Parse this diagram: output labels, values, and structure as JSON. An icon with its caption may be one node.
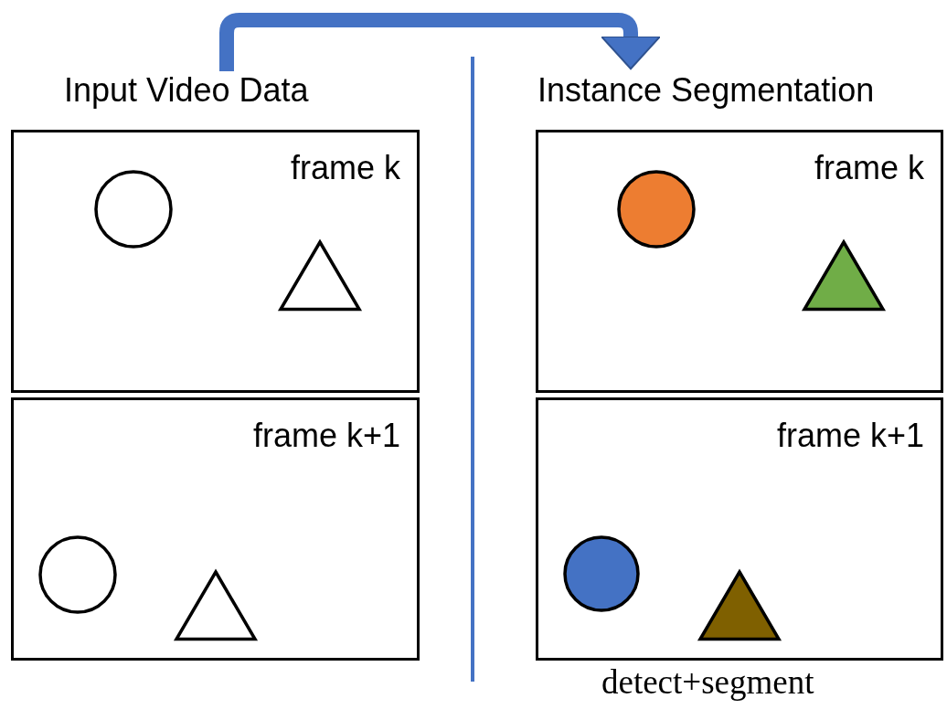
{
  "diagram": {
    "nodes": [
      {
        "text": [
          "Input Video Data"
        ]
      },
      {
        "text": [
          "Instance Segmentation"
        ]
      },
      {
        "text": [
          "frame k"
        ]
      },
      {
        "text": [],
        "shape": "circle",
        "in": 2
      },
      {
        "text": [],
        "shape": "triangle",
        "in": 2
      },
      {
        "text": [
          "frame k+1"
        ]
      },
      {
        "text": [],
        "shape": "circle",
        "in": 5
      },
      {
        "text": [],
        "shape": "triangle",
        "in": 5
      },
      {
        "text": [
          "frame k"
        ]
      },
      {
        "text": [],
        "shape": "circle",
        "in": 8
      },
      {
        "text": [],
        "shape": "triangle",
        "in": 8
      },
      {
        "text": [
          "frame k+1"
        ]
      },
      {
        "text": [],
        "shape": "circle",
        "in": 11
      },
      {
        "text": [],
        "shape": "triangle",
        "in": 11
      }
    ],
    "edges": [
      {
        "from": 0,
        "to": 1,
        "arrow": "to"
      }
    ],
    "labels": [
      "detect+segment"
    ]
  }
}
